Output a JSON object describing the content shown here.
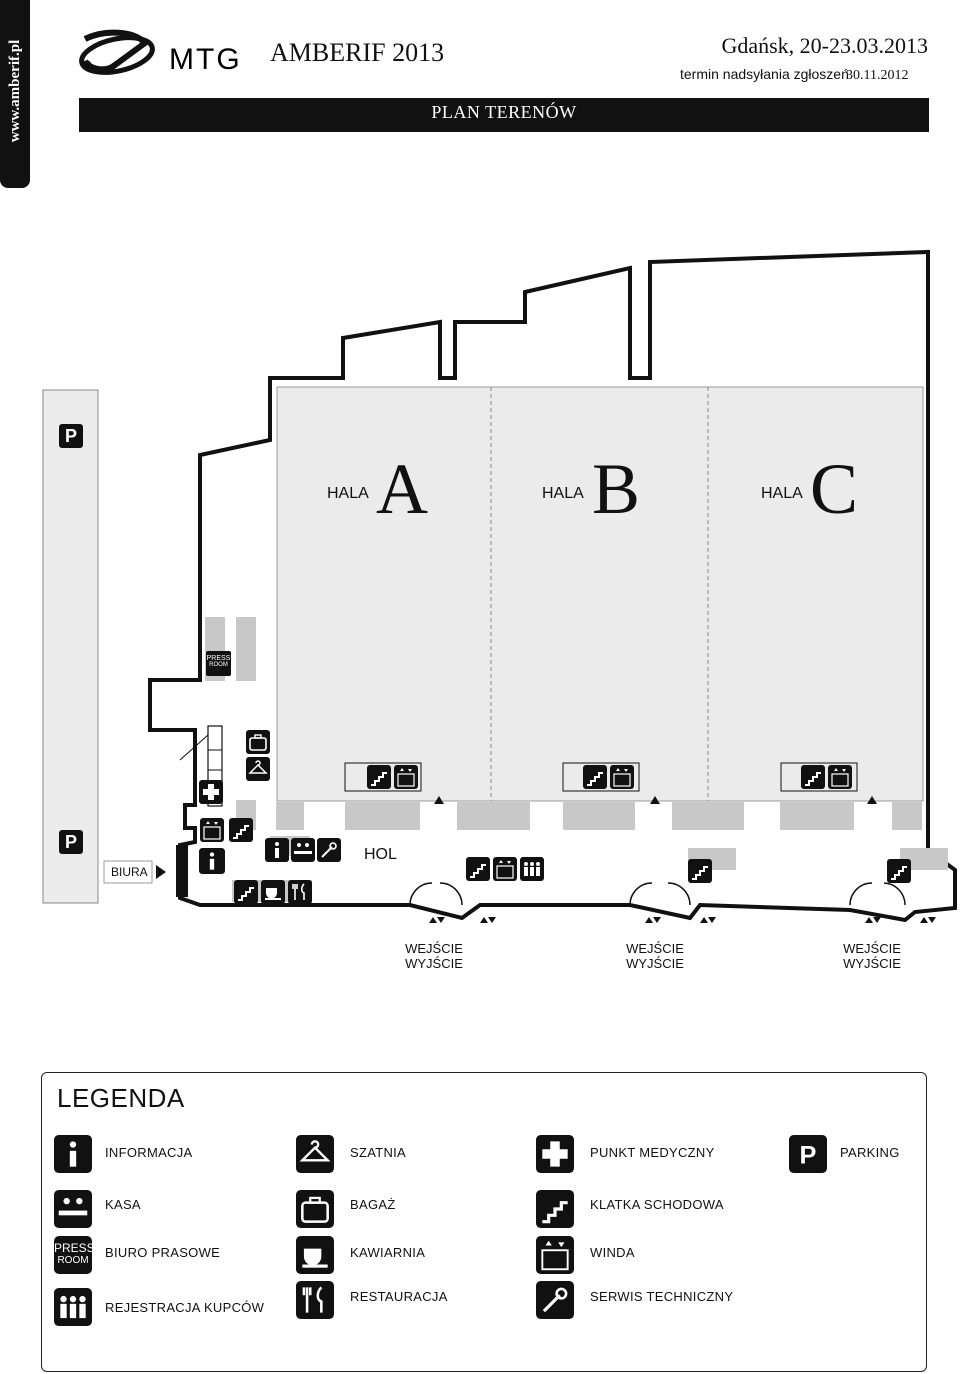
{
  "header": {
    "side_url": "www.amberif.pl",
    "logo_text": "MTG",
    "event_title": "AMBERIF 2013",
    "city_date": "Gdańsk, 20-23.03.2013",
    "deadline_label": "termin nadsyłania zgłoszeń",
    "deadline_value": "30.11.2012",
    "plan_title": "PLAN TERENÓW"
  },
  "map": {
    "halls": [
      {
        "word": "HALA",
        "letter": "A"
      },
      {
        "word": "HALA",
        "letter": "B"
      },
      {
        "word": "HALA",
        "letter": "C"
      }
    ],
    "hol_label": "HOL",
    "biura_label": "BIURA",
    "press_top": "PRESS",
    "press_bottom": "ROOM",
    "parking_letter": "P",
    "entrances": [
      {
        "line1": "WEJŚCIE",
        "line2": "WYJŚCIE"
      },
      {
        "line1": "WEJŚCIE",
        "line2": "WYJŚCIE"
      },
      {
        "line1": "WEJŚCIE",
        "line2": "WYJŚCIE"
      }
    ]
  },
  "legend": {
    "title": "LEGENDA",
    "items": [
      {
        "icon": "info-icon",
        "label": "INFORMACJA"
      },
      {
        "icon": "hanger-icon",
        "label": "SZATNIA"
      },
      {
        "icon": "medical-cross-icon",
        "label": "PUNKT MEDYCZNY"
      },
      {
        "icon": "parking-icon",
        "label": "PARKING"
      },
      {
        "icon": "cashier-icon",
        "label": "KASA"
      },
      {
        "icon": "luggage-icon",
        "label": "BAGAŻ"
      },
      {
        "icon": "stairs-icon",
        "label": "KLATKA SCHODOWA"
      },
      {
        "icon": "press-room-icon",
        "label": "BIURO PRASOWE"
      },
      {
        "icon": "coffee-icon",
        "label": "KAWIARNIA"
      },
      {
        "icon": "elevator-icon",
        "label": "WINDA"
      },
      {
        "icon": "registration-icon",
        "label": "REJESTRACJA KUPCÓW"
      },
      {
        "icon": "restaurant-icon",
        "label": "RESTAURACJA"
      },
      {
        "icon": "tech-service-icon",
        "label": "SERWIS TECHNICZNY"
      }
    ]
  }
}
